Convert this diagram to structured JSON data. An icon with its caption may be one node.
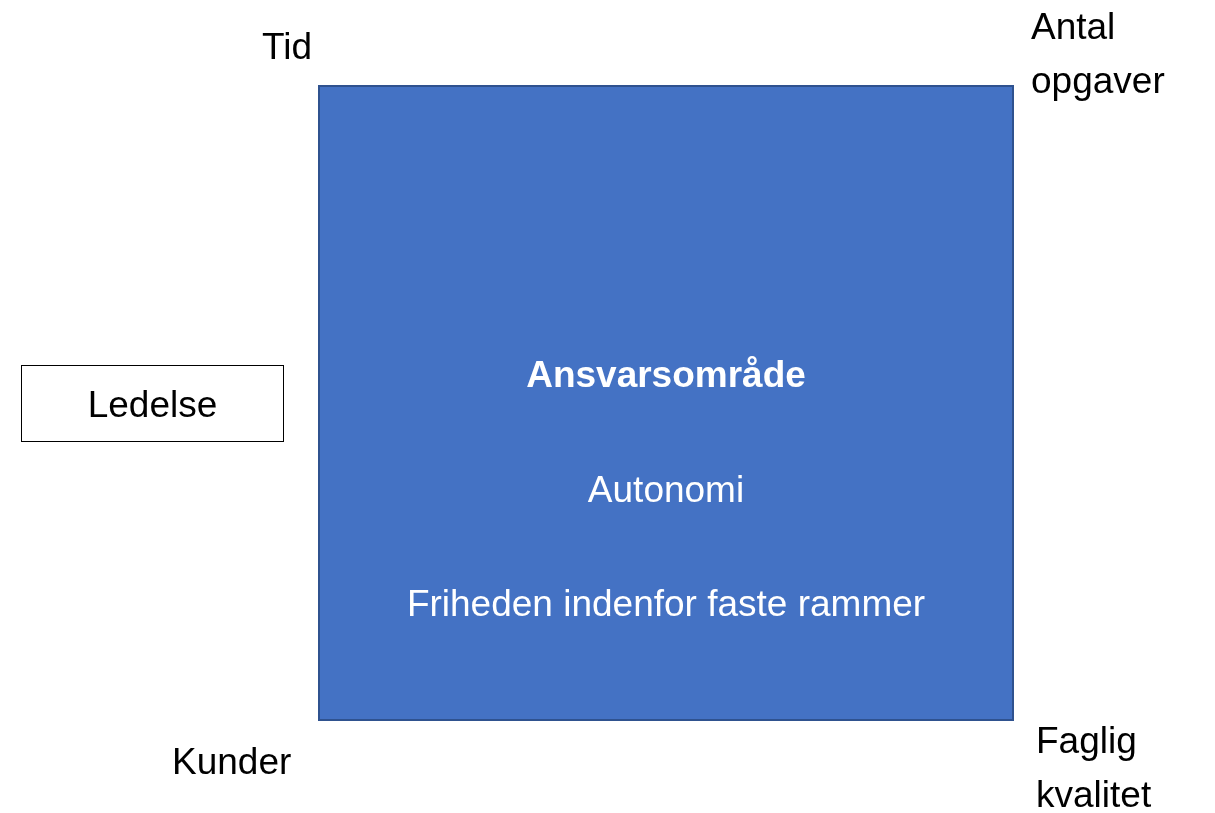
{
  "diagram": {
    "nodes": [
      {
        "text": [
          "Ansvarsområde",
          "Autonomi",
          "Friheden indenfor faste rammer"
        ]
      },
      {
        "text": [
          "Ledelse"
        ]
      }
    ],
    "labels": [
      "Tid",
      "Antal opgaver",
      "Kunder",
      "Faglig kvalitet"
    ]
  }
}
